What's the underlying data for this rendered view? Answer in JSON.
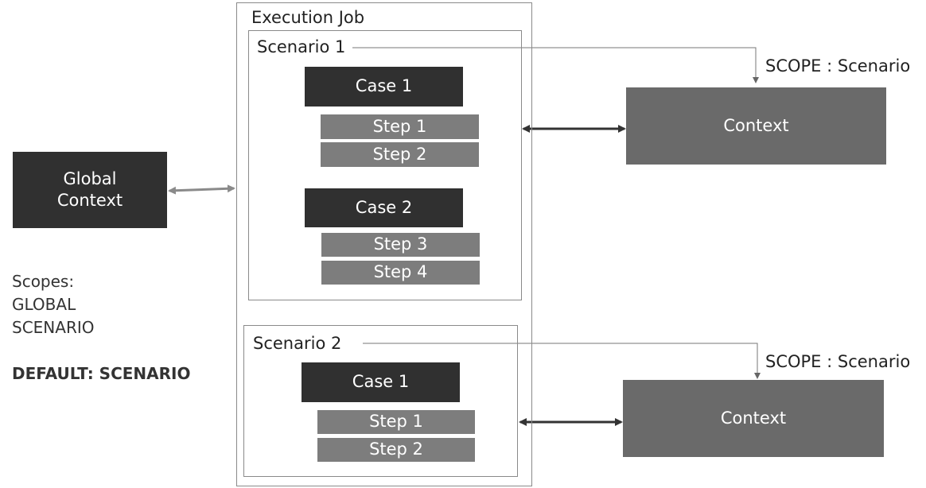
{
  "execution_job": {
    "title": "Execution Job",
    "scenarios": [
      {
        "title": "Scenario 1",
        "scope_label": "SCOPE : Scenario",
        "context_label": "Context",
        "cases": [
          {
            "title": "Case 1",
            "steps": [
              "Step 1",
              "Step 2"
            ]
          },
          {
            "title": "Case 2",
            "steps": [
              "Step 3",
              "Step 4"
            ]
          }
        ]
      },
      {
        "title": "Scenario 2",
        "scope_label": "SCOPE : Scenario",
        "context_label": "Context",
        "cases": [
          {
            "title": "Case 1",
            "steps": [
              "Step 1",
              "Step 2"
            ]
          }
        ]
      }
    ]
  },
  "global_context": {
    "line1": "Global",
    "line2": "Context"
  },
  "scopes": {
    "heading": "Scopes:",
    "items": [
      "GLOBAL",
      "SCENARIO"
    ],
    "default": "DEFAULT: SCENARIO"
  },
  "colors": {
    "case": "#303030",
    "step": "#7d7d7d",
    "context": "#6a6a6a",
    "frame": "#8a8a8a",
    "arrow_dark": "#333333",
    "arrow_light": "#8a8a8a"
  }
}
